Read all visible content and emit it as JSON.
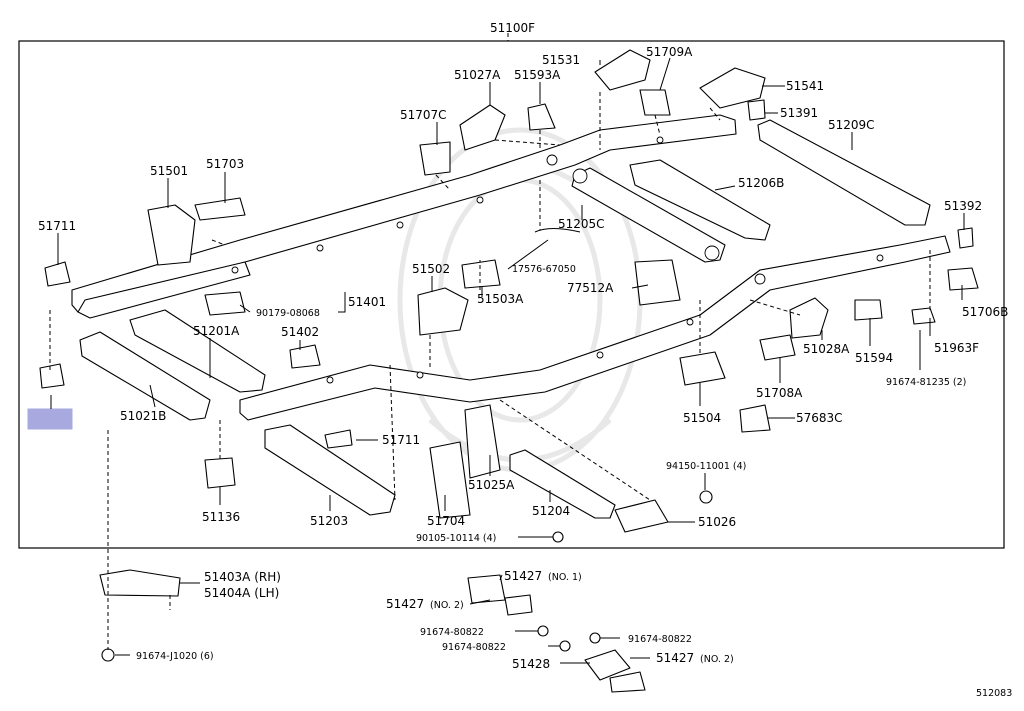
{
  "diagram_code": "512083",
  "labels": {
    "frame_assy": "51100F",
    "p51531": "51531",
    "p51709a": "51709A",
    "p51541": "51541",
    "p51027a": "51027A",
    "p51593a": "51593A",
    "p51391": "51391",
    "p51707c": "51707C",
    "p51209c": "51209C",
    "p51501": "51501",
    "p51703": "51703",
    "p51206b": "51206B",
    "p51711_left": "51711",
    "p51205c": "51205C",
    "p51392": "51392",
    "p51502": "51502",
    "p17576": "17576-67050",
    "p77512a": "77512A",
    "p51503a": "51503A",
    "p51706b": "51706B",
    "p90179": "90179-08068",
    "p51401": "51401",
    "p51201a": "51201A",
    "p51402": "51402",
    "p51028a": "51028A",
    "p51963f": "51963F",
    "p51594": "51594",
    "p91674_81235": "91674-81235 (2)",
    "p51021b": "51021B",
    "p51708a": "51708A",
    "p51504": "51504",
    "p57683c": "57683C",
    "p51711_mid": "51711",
    "p94150": "94150-11001 (4)",
    "p51025a": "51025A",
    "p51136": "51136",
    "p51203": "51203",
    "p51704": "51704",
    "p51204": "51204",
    "p51026": "51026",
    "p90105": "90105-10114 (4)",
    "p51403a": "51403A (RH)",
    "p51404a": "51404A (LH)",
    "p51427_no1": "51427",
    "p51427_no1_suffix": "(NO. 1)",
    "p51427_no2": "51427",
    "p51427_no2_suffix": "(NO. 2)",
    "p91674_80822_a": "91674-80822",
    "p91674_80822_b": "91674-80822",
    "p91674_80822_c": "91674-80822",
    "p91674_j1020": "91674-J1020 (6)",
    "p51428": "51428",
    "p51427_no2b": "51427",
    "p51427_no2b_suffix": "(NO. 2)"
  },
  "colors": {
    "line": "#000000",
    "background": "#ffffff",
    "highlight_box": "#a7a9df",
    "watermark": "#d9d9d9"
  }
}
